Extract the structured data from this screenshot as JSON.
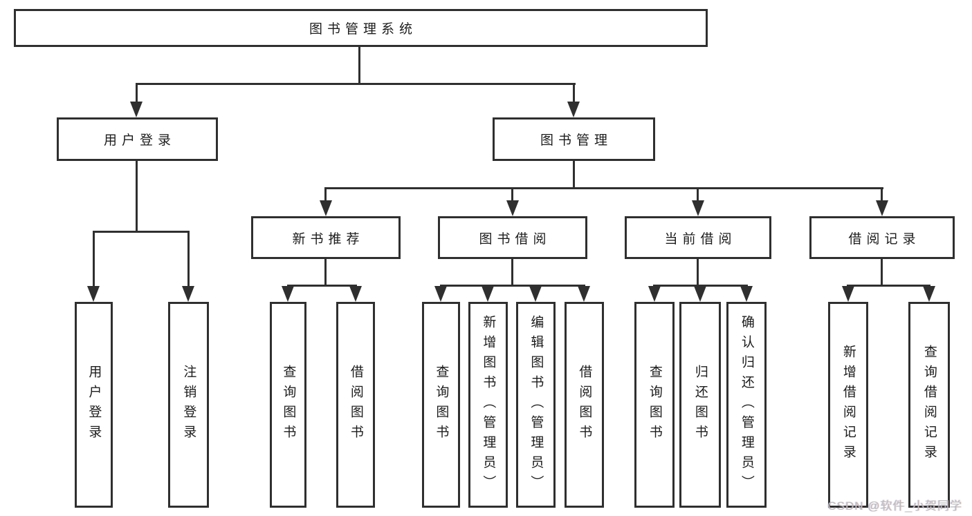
{
  "diagram": {
    "root": {
      "label": "图书管理系统"
    },
    "branches": [
      {
        "label": "用户登录",
        "children": [
          {
            "label": "用户登录"
          },
          {
            "label": "注销登录"
          }
        ]
      },
      {
        "label": "图书管理",
        "children": [
          {
            "label": "新书推荐",
            "children": [
              {
                "label": "查询图书"
              },
              {
                "label": "借阅图书"
              }
            ]
          },
          {
            "label": "图书借阅",
            "children": [
              {
                "label": "查询图书"
              },
              {
                "label": "新增图书（管理员）"
              },
              {
                "label": "编辑图书（管理员）"
              },
              {
                "label": "借阅图书"
              }
            ]
          },
          {
            "label": "当前借阅",
            "children": [
              {
                "label": "查询图书"
              },
              {
                "label": "归还图书"
              },
              {
                "label": "确认归还（管理员）"
              }
            ]
          },
          {
            "label": "借阅记录",
            "children": [
              {
                "label": "新增借阅记录"
              },
              {
                "label": "查询借阅记录"
              }
            ]
          }
        ]
      }
    ]
  },
  "watermark": {
    "text": "CSDN @软件_小贺同学"
  },
  "colors": {
    "line": "#2f2f2f",
    "text": "#1c1c1c",
    "background": "#ffffff",
    "watermark": "#bdbdbd"
  }
}
